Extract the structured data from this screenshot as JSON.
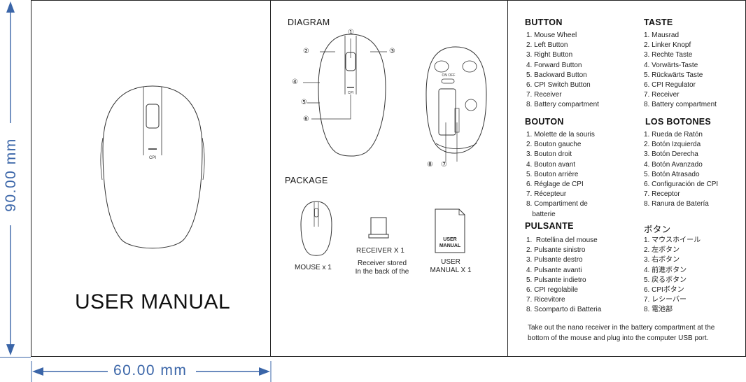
{
  "dimensions": {
    "height_label": "90.00 mm",
    "width_label": "60.00 mm"
  },
  "cover": {
    "title": "USER MANUAL",
    "mouse_cpi_label": "CPI"
  },
  "diagram": {
    "heading": "DIAGRAM",
    "callouts": [
      "①",
      "②",
      "③",
      "④",
      "⑤",
      "⑥",
      "⑧",
      "⑦"
    ],
    "cpi_label": "CPI",
    "switch_label": "ON  OFF"
  },
  "package": {
    "heading": "PACKAGE",
    "mouse_caption": "MOUSE x 1",
    "receiver_caption": "RECEIVER X 1",
    "receiver_note": [
      "Receiver stored",
      "In the back of the"
    ],
    "manual_box_text": [
      "USER",
      "MANUAL"
    ],
    "manual_caption": [
      "USER",
      "MANUAL X 1"
    ]
  },
  "languages": {
    "english": {
      "heading": "BUTTON",
      "items": [
        "1. Mouse Wheel",
        "2. Left Button",
        "3. Right Button",
        "4. Forward Button",
        "5. Backward Button",
        "6. CPI Switch Button",
        "7. Receiver",
        "8. Battery compartment"
      ]
    },
    "german": {
      "heading": "TASTE",
      "items": [
        "1. Mausrad",
        "2. Linker Knopf",
        "3. Rechte Taste",
        "4. Vorwärts-Taste",
        "5. Rückwärts Taste",
        "6. CPI Regulator",
        "7. Receiver",
        "8. Battery compartment"
      ]
    },
    "french": {
      "heading": "BOUTON",
      "items": [
        "1. Molette de la souris",
        "2. Bouton gauche",
        "3. Bouton droit",
        "4. Bouton avant",
        "5. Bouton arrière",
        "6. Réglage de CPI",
        "7. Récepteur",
        "8. Compartiment de",
        "   batterie"
      ]
    },
    "spanish": {
      "heading": "LOS BOTONES",
      "items": [
        "1. Rueda de Ratón",
        "2. Botón Izquierda",
        "3. Botón Derecha",
        "4. Botón Avanzado",
        "5. Botón Atrasado",
        "6. Configuración de CPI",
        "7. Receptor",
        "8. Ranura de Batería"
      ]
    },
    "italian": {
      "heading": "PULSANTE",
      "items": [
        "1.  Rotellina del mouse",
        "2. Pulsante sinistro",
        "3. Pulsante destro",
        "4. Pulsante avanti",
        "5. Pulsante indietro",
        "6. CPI regolabile",
        "7. Ricevitore",
        "8. Scomparto di Batteria"
      ]
    },
    "japanese": {
      "heading": "ボタン",
      "items": [
        "1. マウスホイール",
        "2. 左ボタン",
        "3. 右ボタン",
        "4. 前進ボタン",
        "5. 戻るボタン",
        "6. CPIボタン",
        "7. レシーバー",
        "8. 電池部"
      ]
    }
  },
  "footer_note": [
    "Take out the nano receiver in the battery compartment at the",
    "bottom of the mouse and plug into the computer USB port."
  ],
  "colors": {
    "dimension_blue": "#3a65a8",
    "line": "#222222"
  }
}
